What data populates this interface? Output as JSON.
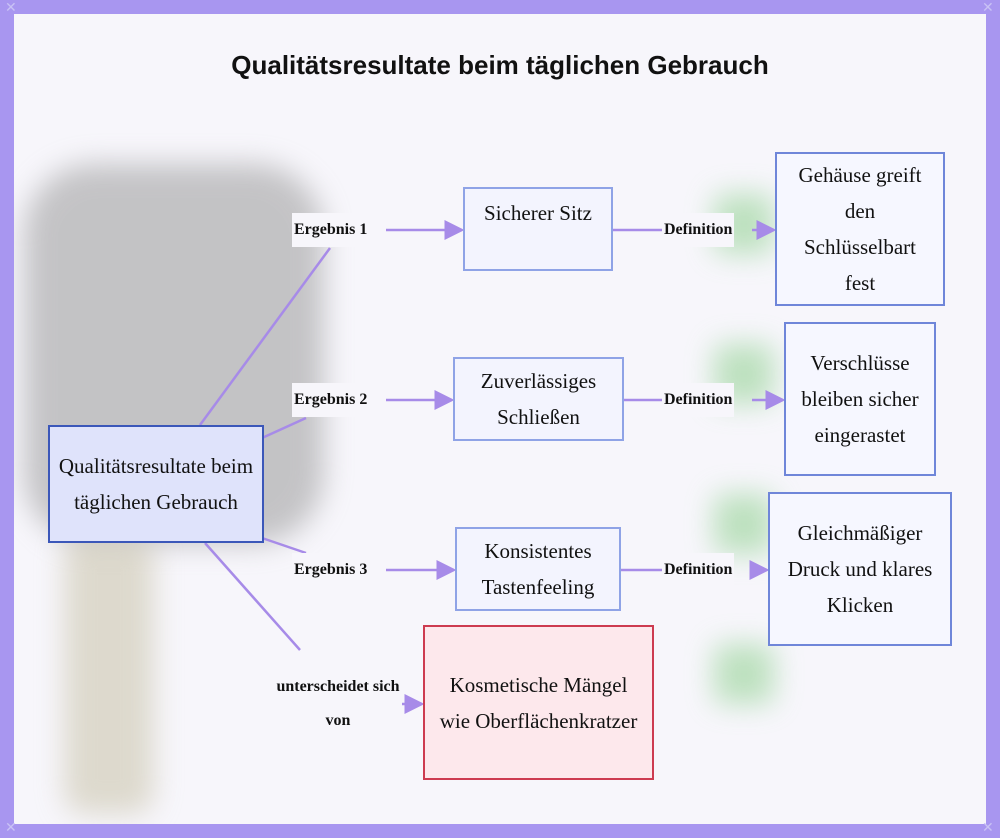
{
  "title": "Qualitätsresultate beim täglichen Gebrauch",
  "central_node": "Qualitätsresultate beim täglichen Gebrauch",
  "results": [
    {
      "edge_label": "Ergebnis 1",
      "name": "Sicherer Sitz",
      "definition_label": "Definition",
      "definition": "Gehäuse greift den Schlüsselbart fest"
    },
    {
      "edge_label": "Ergebnis 2",
      "name": "Zuverlässiges Schließen",
      "definition_label": "Definition",
      "definition": "Verschlüsse bleiben sicher eingerastet"
    },
    {
      "edge_label": "Ergebnis 3",
      "name": "Konsistentes Tastenfeeling",
      "definition_label": "Definition",
      "definition": "Gleichmäßiger Druck und klares Klicken"
    }
  ],
  "contrast": {
    "edge_label": "unterscheidet sich von",
    "text": "Kosmetische Mängel wie Oberflächenkratzer"
  },
  "colors": {
    "frame": "#a896f0",
    "edge": "#a78be8",
    "node_border": "#3b57b9",
    "contrast_border": "#cd3b50"
  }
}
